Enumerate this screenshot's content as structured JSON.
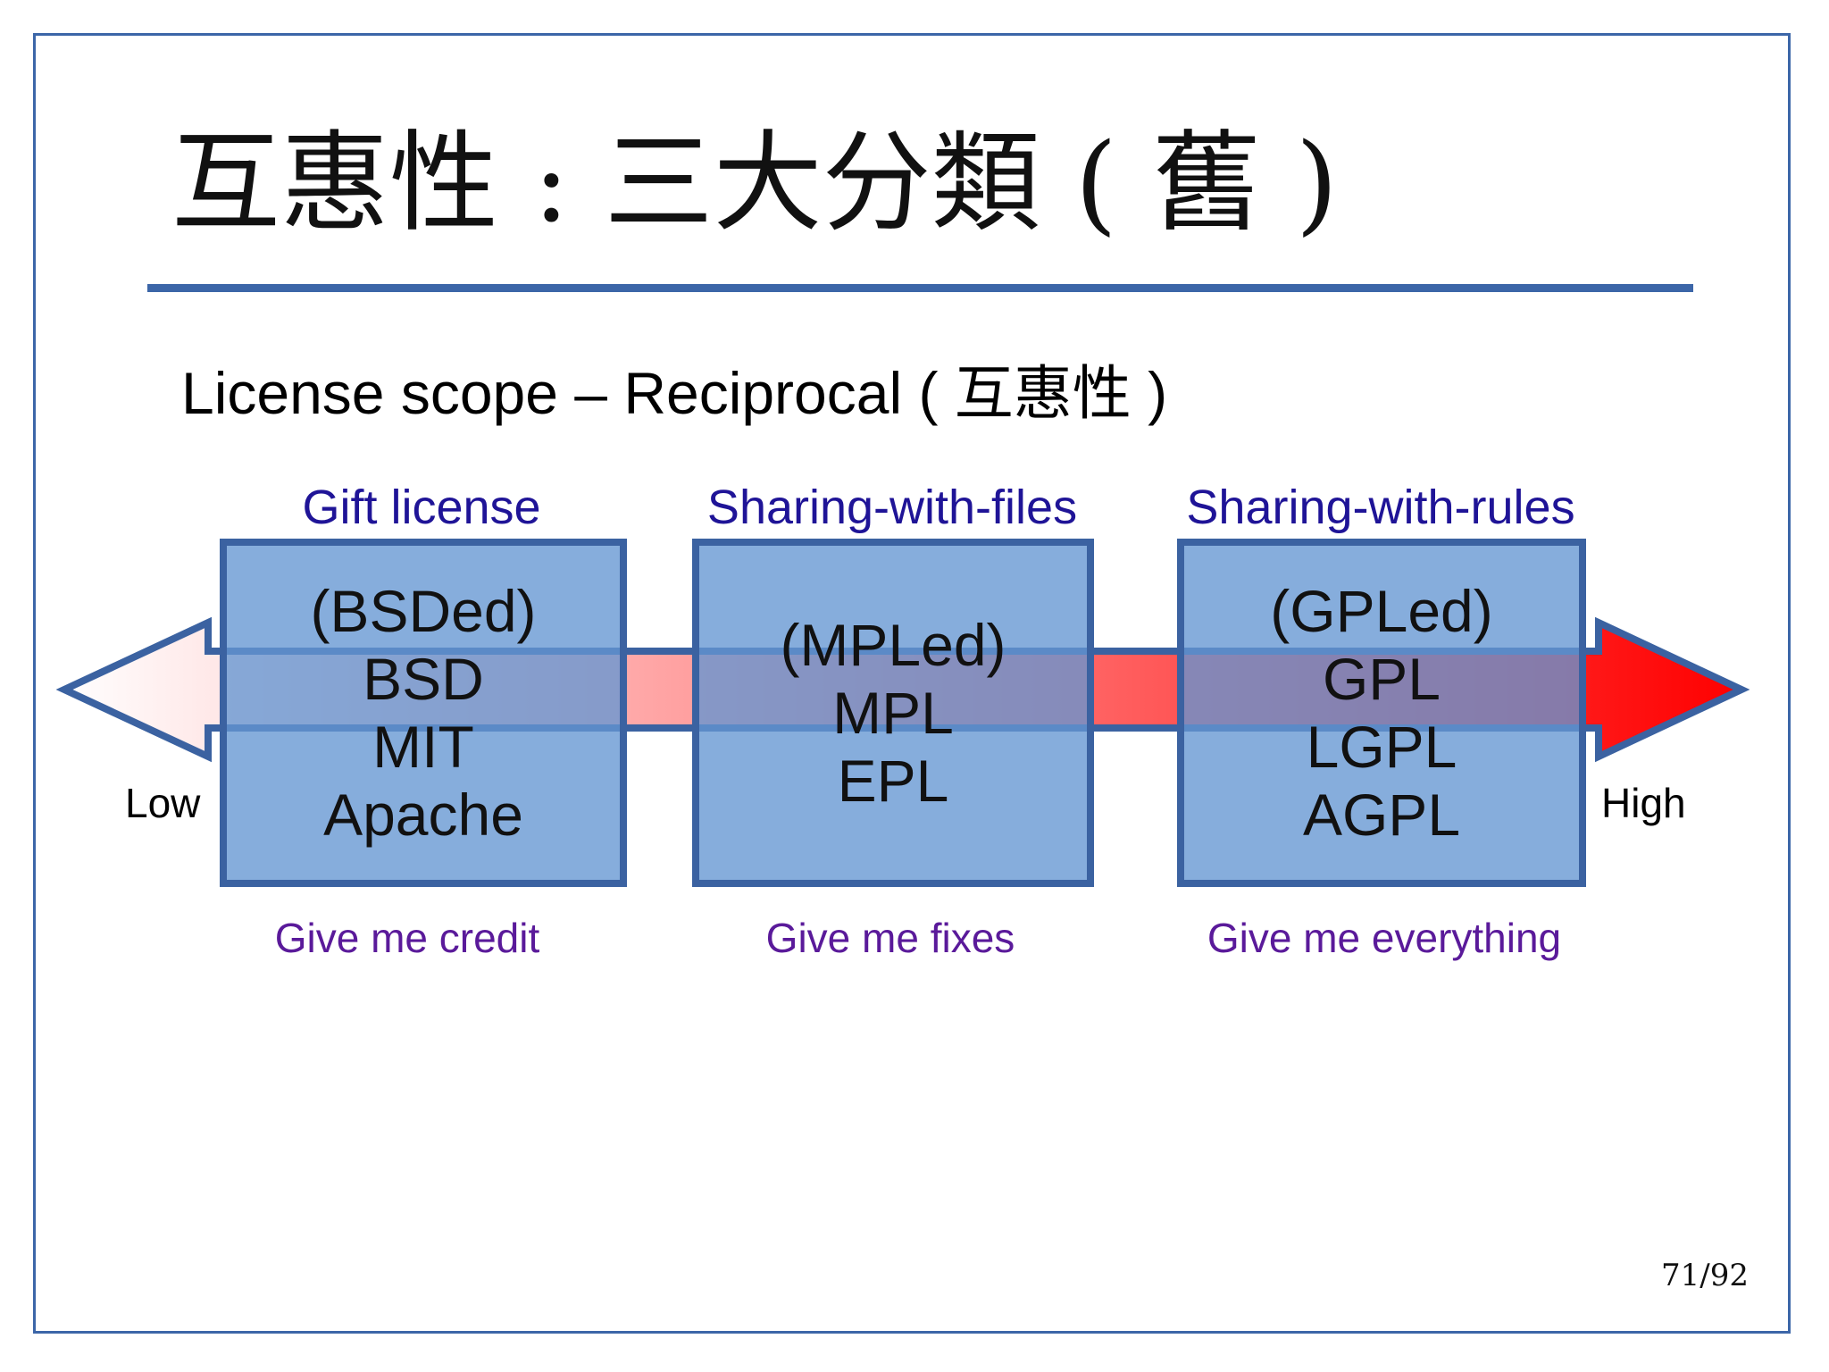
{
  "slide": {
    "title": "互惠性 : 三大分類 ( 舊 )",
    "subtitle_prefix": "License scope – Reciprocal ( ",
    "subtitle_cjk": "互惠性",
    "subtitle_suffix": " )",
    "page_number": "71/92"
  },
  "scale": {
    "low_label": "Low",
    "high_label": "High",
    "low_color": "#ffffff",
    "high_color": "#ff0000"
  },
  "categories": [
    {
      "heading": "Gift license",
      "lines": [
        "(BSDed)",
        "BSD",
        "MIT",
        "Apache"
      ],
      "tagline": "Give me credit"
    },
    {
      "heading": "Sharing-with-files",
      "lines": [
        "(MPLed)",
        "MPL",
        "EPL"
      ],
      "tagline": "Give me fixes"
    },
    {
      "heading": "Sharing-with-rules",
      "lines": [
        "(GPLed)",
        "GPL",
        "LGPL",
        "AGPL"
      ],
      "tagline": "Give me everything"
    }
  ],
  "colors": {
    "frame": "#3c66a8",
    "box_fill": "#6496d2",
    "box_border": "#3b62a1",
    "heading_text": "#1f1497",
    "tagline_text": "#5a1a9a"
  }
}
